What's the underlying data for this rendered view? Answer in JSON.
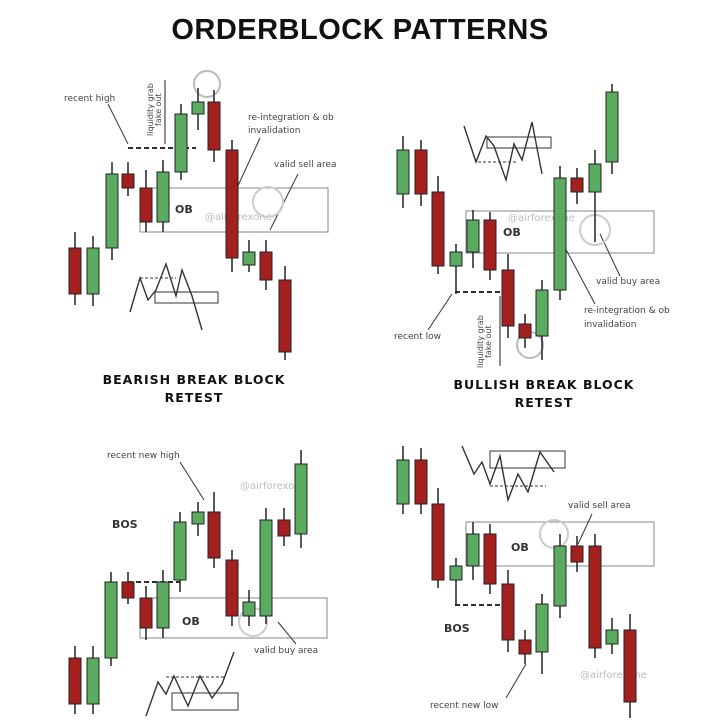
{
  "title": "ORDERBLOCK PATTERNS",
  "colors": {
    "bull": "#5aaa5f",
    "bear": "#a3201f",
    "wick": "#222222",
    "box_stroke": "#888888"
  },
  "panels": [
    {
      "caption_lines": [
        "BEARISH BREAK BLOCK",
        "RETEST"
      ],
      "labels": {
        "recent": "recent high",
        "liquidity": [
          "liquidity grab",
          "fake out"
        ],
        "reint": [
          "re-integration & ob",
          "invalidation"
        ],
        "area": "valid sell area",
        "ob": "OB"
      },
      "watermark": "@airforexone"
    },
    {
      "caption_lines": [
        "BULLISH BREAK BLOCK",
        "RETEST"
      ],
      "labels": {
        "recent": "recent low",
        "liquidity": [
          "liquidity grab",
          "fake out"
        ],
        "reint": [
          "re-integration & ob",
          "invalidation"
        ],
        "area": "valid buy area",
        "ob": "OB"
      },
      "watermark": "@airforexone"
    },
    {
      "labels": {
        "recent": "recent new  high",
        "bos": "BOS",
        "area": "valid buy area",
        "ob": "OB"
      },
      "watermark": "@airforexone"
    },
    {
      "labels": {
        "recent": "recent new  low",
        "bos": "BOS",
        "area": "valid sell area",
        "ob": "OB"
      },
      "watermark": "@airforexone"
    }
  ]
}
